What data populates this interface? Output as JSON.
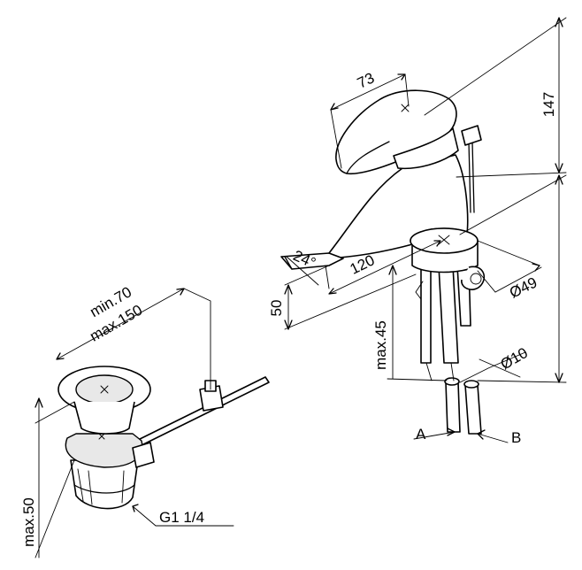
{
  "dimensions": {
    "handle_width": "73",
    "total_height": "147",
    "spout_angle": "24°",
    "spout_reach": "120",
    "spout_height": "50",
    "max_deck_thickness": "max.45",
    "base_diameter": "Ø49",
    "hose_diameter": "Ø10",
    "hose_a": "A",
    "hose_b": "B",
    "rod_min": "min.70",
    "rod_max": "max.150",
    "waste_max": "max.50",
    "waste_thread": "G1 1/4"
  }
}
